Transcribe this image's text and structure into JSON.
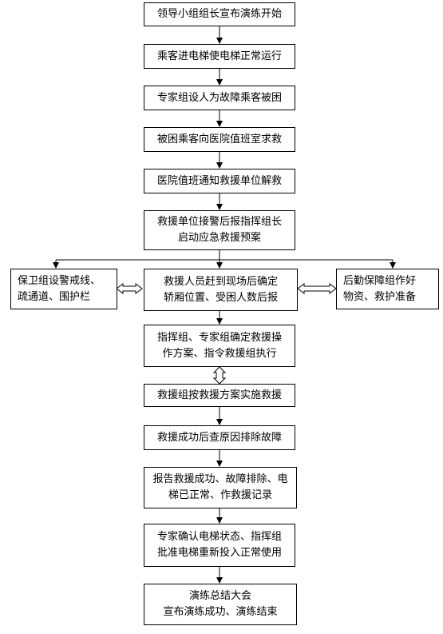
{
  "steps": {
    "s1": "领导小组组长宣布演练开始",
    "s2": "乘客进电梯使电梯正常运行",
    "s3": "专家组设人为故障乘客被困",
    "s4": "被困乘客向医院值班室求救",
    "s5": "医院值班通知救援单位解救",
    "s6": "救援单位接警后报指挥组长\n启动应急救援预案",
    "s7_left": "保卫组设警戒线、\n疏通道、围护栏",
    "s7_center": "救援人员赶到现场后确定\n轿厢位置、受困人数后报",
    "s7_right": "后勤保障组作好\n物资、救护准备",
    "s8": "指挥组、专家组确定救援操\n作方案、指令救援组执行",
    "s9": "救援组按救援方案实施救援",
    "s10": "救援成功后查原因排除故障",
    "s11": "报告救援成功、故障排除、电\n梯已正常、作救援记录",
    "s12": "专家确认电梯状态、指挥组\n批准电梯重新投入正常使用",
    "s13": "演练总结大会\n宣布演练成功、演练结束"
  }
}
